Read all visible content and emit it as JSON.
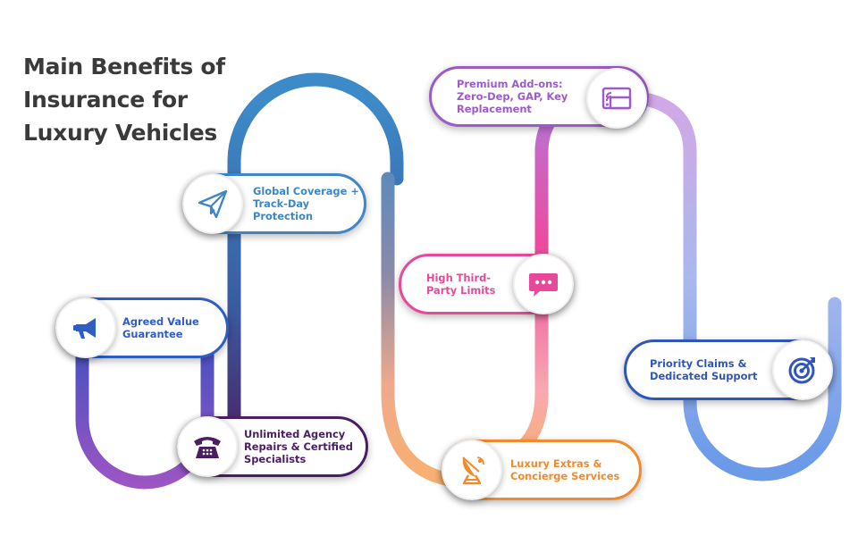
{
  "title_lines": [
    "Main Benefits of",
    "Insurance for",
    "Luxury Vehicles"
  ],
  "benefits": [
    {
      "lines": [
        "Agreed Value",
        "Guarantee"
      ],
      "icon": "megaphone-icon",
      "color": "#2f5dc4"
    },
    {
      "lines": [
        "Global Coverage +",
        "Track-Day",
        "Protection"
      ],
      "icon": "paper-plane-icon",
      "color": "#3d86c8"
    },
    {
      "lines": [
        "Unlimited Agency",
        "Repairs & Certified",
        "Specialists"
      ],
      "icon": "telephone-icon",
      "color": "#4a1e63"
    },
    {
      "lines": [
        "High Third-",
        "Party Limits"
      ],
      "icon": "chat-bubble-icon",
      "color": "#e8489a"
    },
    {
      "lines": [
        "Premium Add-ons:",
        "Zero-Dep, GAP, Key",
        "Replacement"
      ],
      "icon": "wireless-screen-icon",
      "color": "#9b5bc9"
    },
    {
      "lines": [
        "Luxury Extras &",
        "Concierge Services"
      ],
      "icon": "satellite-dish-icon",
      "color": "#f08a2c"
    },
    {
      "lines": [
        "Priority Claims &",
        "Dedicated Support"
      ],
      "icon": "target-icon",
      "color": "#2f56b8"
    }
  ]
}
